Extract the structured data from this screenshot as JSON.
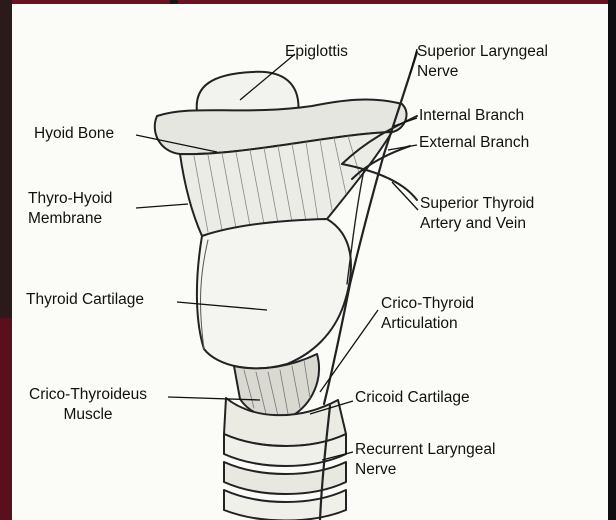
{
  "labels": {
    "epiglottis": "Epiglottis",
    "superior_laryngeal_nerve": [
      "Superior Laryngeal",
      "Nerve"
    ],
    "hyoid_bone": "Hyoid Bone",
    "internal_branch": "Internal Branch",
    "external_branch": "External Branch",
    "thyro_hyoid_membrane": [
      "Thyro-Hyoid",
      "Membrane"
    ],
    "superior_thyroid_artery_vein": [
      "Superior Thyroid",
      "Artery and Vein"
    ],
    "thyroid_cartilage": "Thyroid Cartilage",
    "crico_thyroid_articulation": [
      "Crico-Thyroid",
      "Articulation"
    ],
    "crico_thyroideus_muscle": [
      "Crico-Thyroideus",
      "Muscle"
    ],
    "cricoid_cartilage": "Cricoid Cartilage",
    "recurrent_laryngeal_nerve": [
      "Recurrent Laryngeal",
      "Nerve"
    ]
  },
  "colors": {
    "ink": "#111111",
    "page": "#fbfbf8",
    "frame_maroon": "#6b1020"
  }
}
